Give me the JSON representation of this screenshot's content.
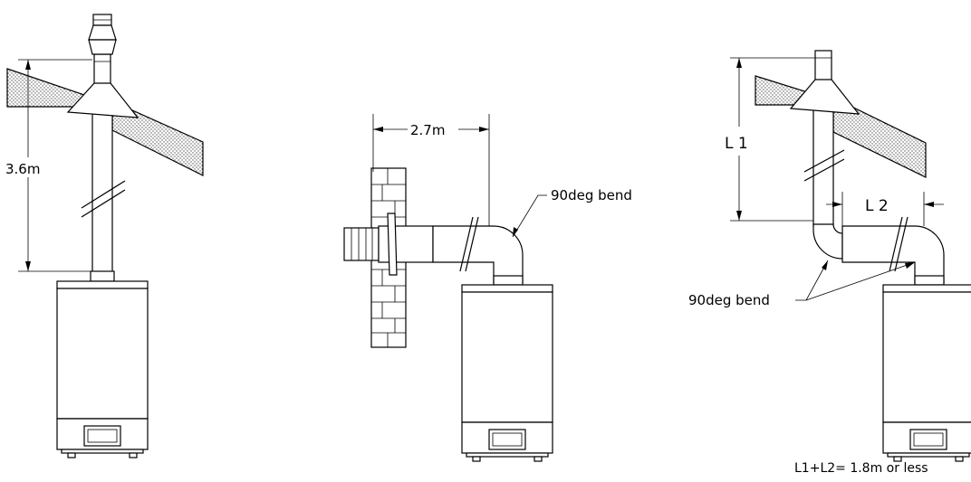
{
  "diagrams": [
    {
      "id": "vertical-flue",
      "dimension_label": "3.6m"
    },
    {
      "id": "horizontal-flue",
      "dimension_label": "2.7m",
      "bend_label": "90deg bend"
    },
    {
      "id": "combined-flue",
      "l1_label": "L 1",
      "l2_label": "L 2",
      "bend_label": "90deg bend",
      "note": "L1+L2= 1.8m or less"
    }
  ]
}
